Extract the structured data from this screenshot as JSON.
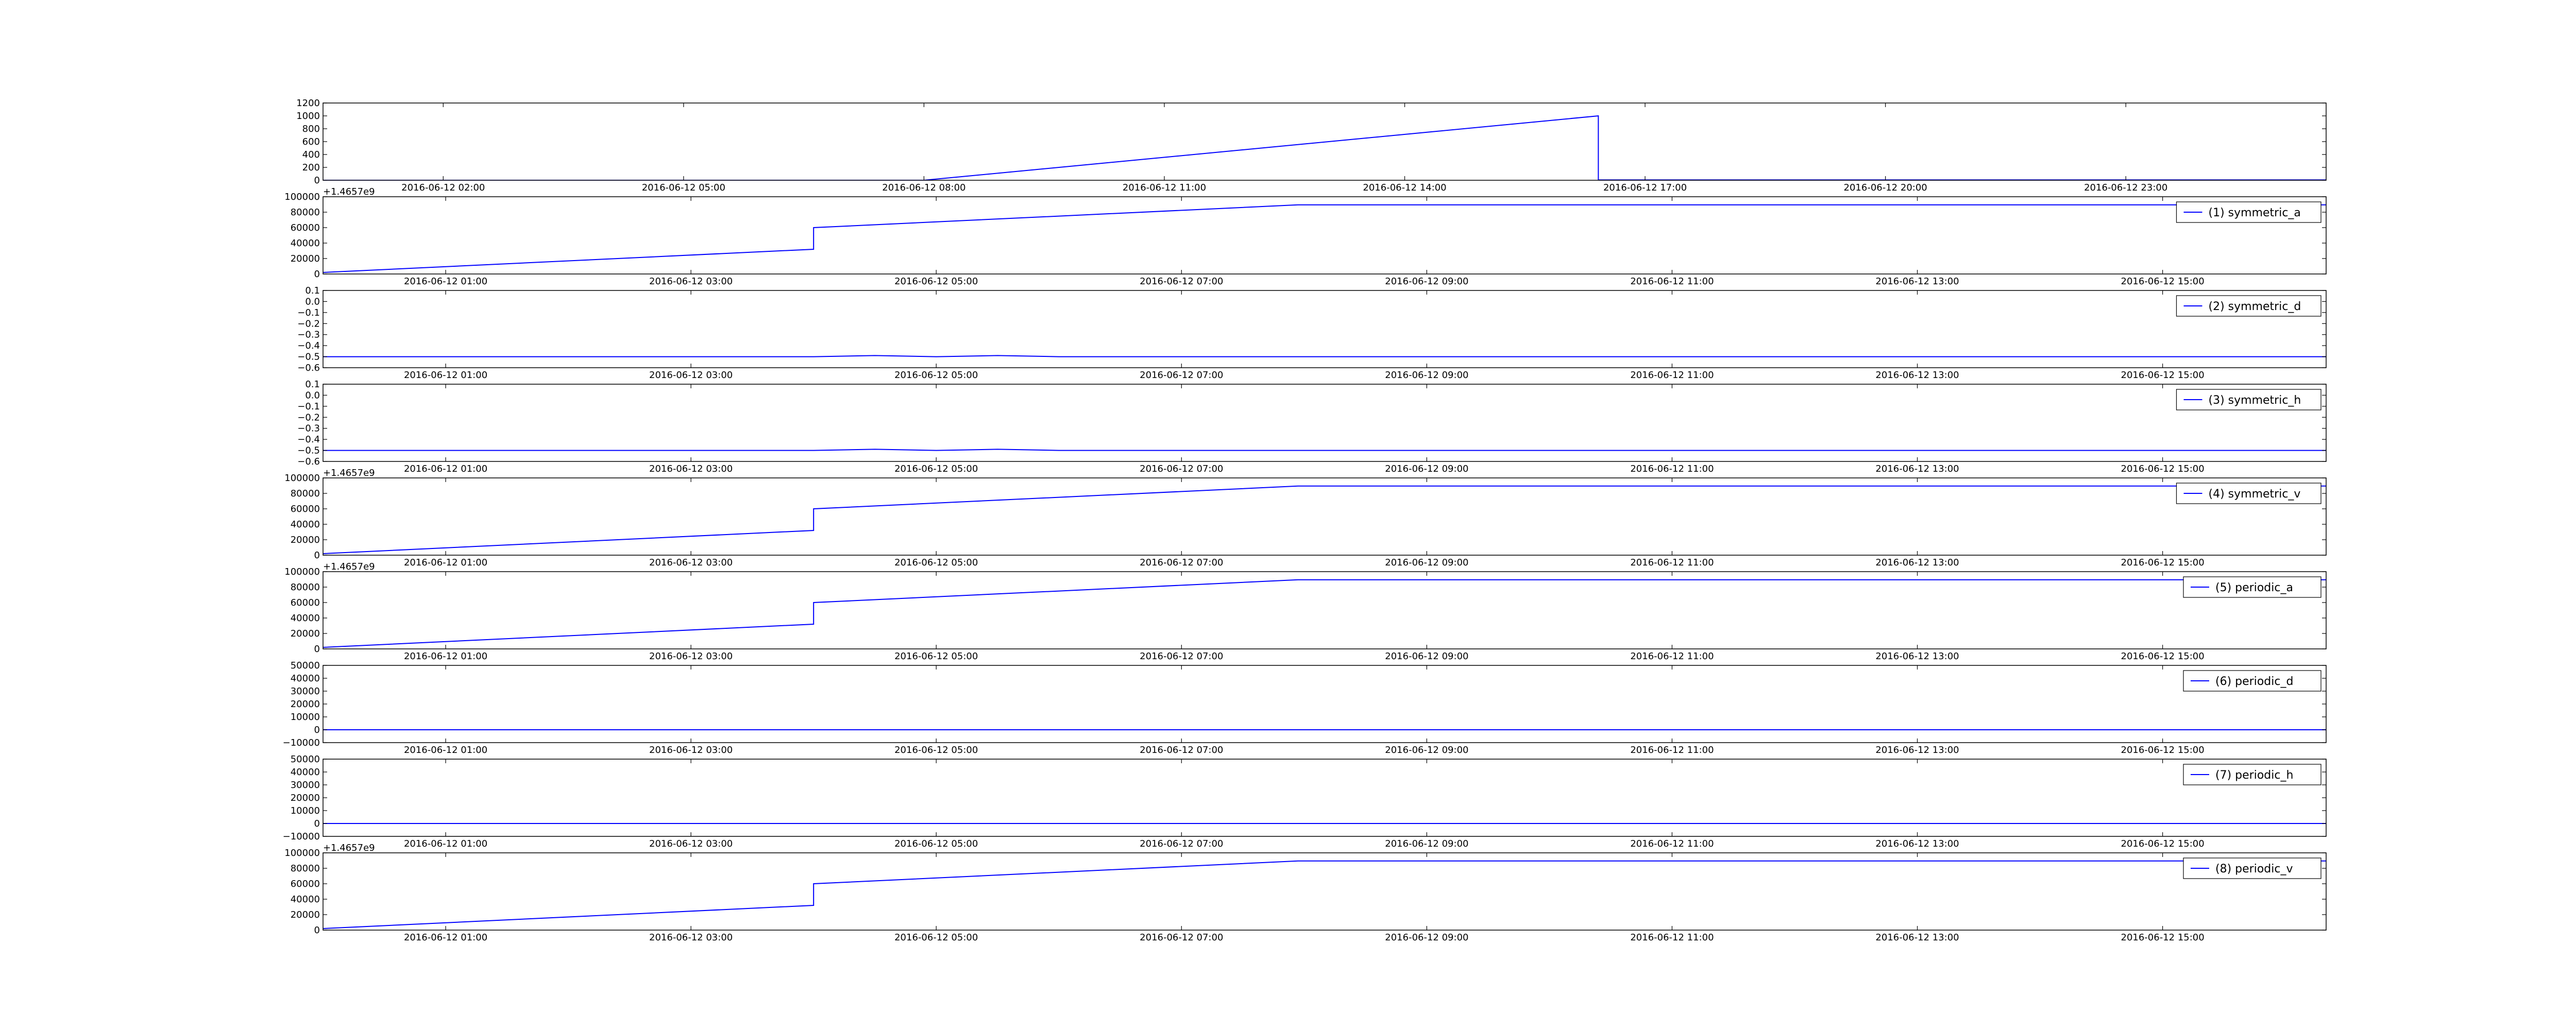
{
  "chart_data": [
    {
      "type": "line",
      "title": "",
      "xlabel": "",
      "ylabel": "",
      "ylim": [
        0,
        1200
      ],
      "yticks": [
        0,
        200,
        400,
        600,
        800,
        1000,
        1200
      ],
      "yticklabels": [
        "0",
        "200",
        "400",
        "600",
        "800",
        "1000",
        "1200"
      ],
      "xlim": [
        "2016-06-12 00:30",
        "2016-06-13 01:30"
      ],
      "xticks": [
        "2016-06-12 02:00",
        "2016-06-12 05:00",
        "2016-06-12 08:00",
        "2016-06-12 11:00",
        "2016-06-12 14:00",
        "2016-06-12 17:00",
        "2016-06-12 20:00",
        "2016-06-12 23:00"
      ],
      "legend": "",
      "offset_text": "",
      "color": "#0000ff",
      "series": [
        {
          "x": [
            "2016-06-12 00:30",
            "2016-06-12 08:00",
            "2016-06-12 16:25",
            "2016-06-12 16:25",
            "2016-06-13 01:30"
          ],
          "y": [
            0,
            0,
            1000,
            5,
            5
          ]
        }
      ]
    },
    {
      "type": "line",
      "title": "",
      "xlabel": "",
      "ylabel": "",
      "ylim": [
        0,
        100000
      ],
      "yticks": [
        0,
        20000,
        40000,
        60000,
        80000,
        100000
      ],
      "yticklabels": [
        "0",
        "20000",
        "40000",
        "60000",
        "80000",
        "100000"
      ],
      "xlim": [
        "2016-06-12 00:00",
        "2016-06-12 16:20"
      ],
      "xticks": [
        "2016-06-12 01:00",
        "2016-06-12 03:00",
        "2016-06-12 05:00",
        "2016-06-12 07:00",
        "2016-06-12 09:00",
        "2016-06-12 11:00",
        "2016-06-12 13:00",
        "2016-06-12 15:00"
      ],
      "legend": "(1) symmetric_a",
      "offset_text": "+1.4657e9",
      "color": "#0000ff",
      "series": [
        {
          "x": [
            "2016-06-12 00:00",
            "2016-06-12 04:00",
            "2016-06-12 04:00",
            "2016-06-12 07:57",
            "2016-06-12 16:20"
          ],
          "y": [
            2000,
            32000,
            60000,
            89500,
            89500
          ]
        }
      ]
    },
    {
      "type": "line",
      "title": "",
      "xlabel": "",
      "ylabel": "",
      "ylim": [
        -0.6,
        0.1
      ],
      "yticks": [
        -0.6,
        -0.5,
        -0.4,
        -0.3,
        -0.2,
        -0.1,
        0.0,
        0.1
      ],
      "yticklabels": [
        "−0.6",
        "−0.5",
        "−0.4",
        "−0.3",
        "−0.2",
        "−0.1",
        "0.0",
        "0.1"
      ],
      "xlim": [
        "2016-06-12 00:00",
        "2016-06-12 16:20"
      ],
      "xticks": [
        "2016-06-12 01:00",
        "2016-06-12 03:00",
        "2016-06-12 05:00",
        "2016-06-12 07:00",
        "2016-06-12 09:00",
        "2016-06-12 11:00",
        "2016-06-12 13:00",
        "2016-06-12 15:00"
      ],
      "legend": "(2) symmetric_d",
      "offset_text": "",
      "color": "#0000ff",
      "series": [
        {
          "x": [
            "2016-06-12 00:00",
            "2016-06-12 04:00",
            "2016-06-12 04:30",
            "2016-06-12 05:00",
            "2016-06-12 05:30",
            "2016-06-12 06:00",
            "2016-06-12 07:57",
            "2016-06-12 16:20"
          ],
          "y": [
            -0.5,
            -0.5,
            -0.49,
            -0.5,
            -0.49,
            -0.5,
            -0.5,
            -0.5
          ]
        }
      ]
    },
    {
      "type": "line",
      "title": "",
      "xlabel": "",
      "ylabel": "",
      "ylim": [
        -0.6,
        0.1
      ],
      "yticks": [
        -0.6,
        -0.5,
        -0.4,
        -0.3,
        -0.2,
        -0.1,
        0.0,
        0.1
      ],
      "yticklabels": [
        "−0.6",
        "−0.5",
        "−0.4",
        "−0.3",
        "−0.2",
        "−0.1",
        "0.0",
        "0.1"
      ],
      "xlim": [
        "2016-06-12 00:00",
        "2016-06-12 16:20"
      ],
      "xticks": [
        "2016-06-12 01:00",
        "2016-06-12 03:00",
        "2016-06-12 05:00",
        "2016-06-12 07:00",
        "2016-06-12 09:00",
        "2016-06-12 11:00",
        "2016-06-12 13:00",
        "2016-06-12 15:00"
      ],
      "legend": "(3) symmetric_h",
      "offset_text": "",
      "color": "#0000ff",
      "series": [
        {
          "x": [
            "2016-06-12 00:00",
            "2016-06-12 04:00",
            "2016-06-12 04:30",
            "2016-06-12 05:00",
            "2016-06-12 05:30",
            "2016-06-12 06:00",
            "2016-06-12 07:57",
            "2016-06-12 16:20"
          ],
          "y": [
            -0.5,
            -0.5,
            -0.49,
            -0.5,
            -0.49,
            -0.5,
            -0.5,
            -0.5
          ]
        }
      ]
    },
    {
      "type": "line",
      "title": "",
      "xlabel": "",
      "ylabel": "",
      "ylim": [
        0,
        100000
      ],
      "yticks": [
        0,
        20000,
        40000,
        60000,
        80000,
        100000
      ],
      "yticklabels": [
        "0",
        "20000",
        "40000",
        "60000",
        "80000",
        "100000"
      ],
      "xlim": [
        "2016-06-12 00:00",
        "2016-06-12 16:20"
      ],
      "xticks": [
        "2016-06-12 01:00",
        "2016-06-12 03:00",
        "2016-06-12 05:00",
        "2016-06-12 07:00",
        "2016-06-12 09:00",
        "2016-06-12 11:00",
        "2016-06-12 13:00",
        "2016-06-12 15:00"
      ],
      "legend": "(4) symmetric_v",
      "offset_text": "+1.4657e9",
      "color": "#0000ff",
      "series": [
        {
          "x": [
            "2016-06-12 00:00",
            "2016-06-12 04:00",
            "2016-06-12 04:00",
            "2016-06-12 07:57",
            "2016-06-12 16:20"
          ],
          "y": [
            2000,
            32000,
            60000,
            89500,
            89500
          ]
        }
      ]
    },
    {
      "type": "line",
      "title": "",
      "xlabel": "",
      "ylabel": "",
      "ylim": [
        0,
        100000
      ],
      "yticks": [
        0,
        20000,
        40000,
        60000,
        80000,
        100000
      ],
      "yticklabels": [
        "0",
        "20000",
        "40000",
        "60000",
        "80000",
        "100000"
      ],
      "xlim": [
        "2016-06-12 00:00",
        "2016-06-12 16:20"
      ],
      "xticks": [
        "2016-06-12 01:00",
        "2016-06-12 03:00",
        "2016-06-12 05:00",
        "2016-06-12 07:00",
        "2016-06-12 09:00",
        "2016-06-12 11:00",
        "2016-06-12 13:00",
        "2016-06-12 15:00"
      ],
      "legend": "(5) periodic_a",
      "offset_text": "+1.4657e9",
      "color": "#0000ff",
      "series": [
        {
          "x": [
            "2016-06-12 00:00",
            "2016-06-12 04:00",
            "2016-06-12 04:00",
            "2016-06-12 07:57",
            "2016-06-12 16:20"
          ],
          "y": [
            2000,
            32000,
            60000,
            89500,
            89500
          ]
        }
      ]
    },
    {
      "type": "line",
      "title": "",
      "xlabel": "",
      "ylabel": "",
      "ylim": [
        -10000,
        50000
      ],
      "yticks": [
        -10000,
        0,
        10000,
        20000,
        30000,
        40000,
        50000
      ],
      "yticklabels": [
        "−10000",
        "0",
        "10000",
        "20000",
        "30000",
        "40000",
        "50000"
      ],
      "xlim": [
        "2016-06-12 00:00",
        "2016-06-12 16:20"
      ],
      "xticks": [
        "2016-06-12 01:00",
        "2016-06-12 03:00",
        "2016-06-12 05:00",
        "2016-06-12 07:00",
        "2016-06-12 09:00",
        "2016-06-12 11:00",
        "2016-06-12 13:00",
        "2016-06-12 15:00"
      ],
      "legend": "(6) periodic_d",
      "offset_text": "",
      "color": "#0000ff",
      "series": [
        {
          "x": [
            "2016-06-12 00:00",
            "2016-06-12 16:20"
          ],
          "y": [
            0,
            0
          ]
        }
      ]
    },
    {
      "type": "line",
      "title": "",
      "xlabel": "",
      "ylabel": "",
      "ylim": [
        -10000,
        50000
      ],
      "yticks": [
        -10000,
        0,
        10000,
        20000,
        30000,
        40000,
        50000
      ],
      "yticklabels": [
        "−10000",
        "0",
        "10000",
        "20000",
        "30000",
        "40000",
        "50000"
      ],
      "xlim": [
        "2016-06-12 00:00",
        "2016-06-12 16:20"
      ],
      "xticks": [
        "2016-06-12 01:00",
        "2016-06-12 03:00",
        "2016-06-12 05:00",
        "2016-06-12 07:00",
        "2016-06-12 09:00",
        "2016-06-12 11:00",
        "2016-06-12 13:00",
        "2016-06-12 15:00"
      ],
      "legend": "(7) periodic_h",
      "offset_text": "",
      "color": "#0000ff",
      "series": [
        {
          "x": [
            "2016-06-12 00:00",
            "2016-06-12 16:20"
          ],
          "y": [
            0,
            0
          ]
        }
      ]
    },
    {
      "type": "line",
      "title": "",
      "xlabel": "",
      "ylabel": "",
      "ylim": [
        0,
        100000
      ],
      "yticks": [
        0,
        20000,
        40000,
        60000,
        80000,
        100000
      ],
      "yticklabels": [
        "0",
        "20000",
        "40000",
        "60000",
        "80000",
        "100000"
      ],
      "xlim": [
        "2016-06-12 00:00",
        "2016-06-12 16:20"
      ],
      "xticks": [
        "2016-06-12 01:00",
        "2016-06-12 03:00",
        "2016-06-12 05:00",
        "2016-06-12 07:00",
        "2016-06-12 09:00",
        "2016-06-12 11:00",
        "2016-06-12 13:00",
        "2016-06-12 15:00"
      ],
      "legend": "(8) periodic_v",
      "offset_text": "+1.4657e9",
      "color": "#0000ff",
      "series": [
        {
          "x": [
            "2016-06-12 00:00",
            "2016-06-12 04:00",
            "2016-06-12 04:00",
            "2016-06-12 07:57",
            "2016-06-12 16:20"
          ],
          "y": [
            2000,
            32000,
            60000,
            89500,
            89500
          ]
        }
      ]
    }
  ]
}
